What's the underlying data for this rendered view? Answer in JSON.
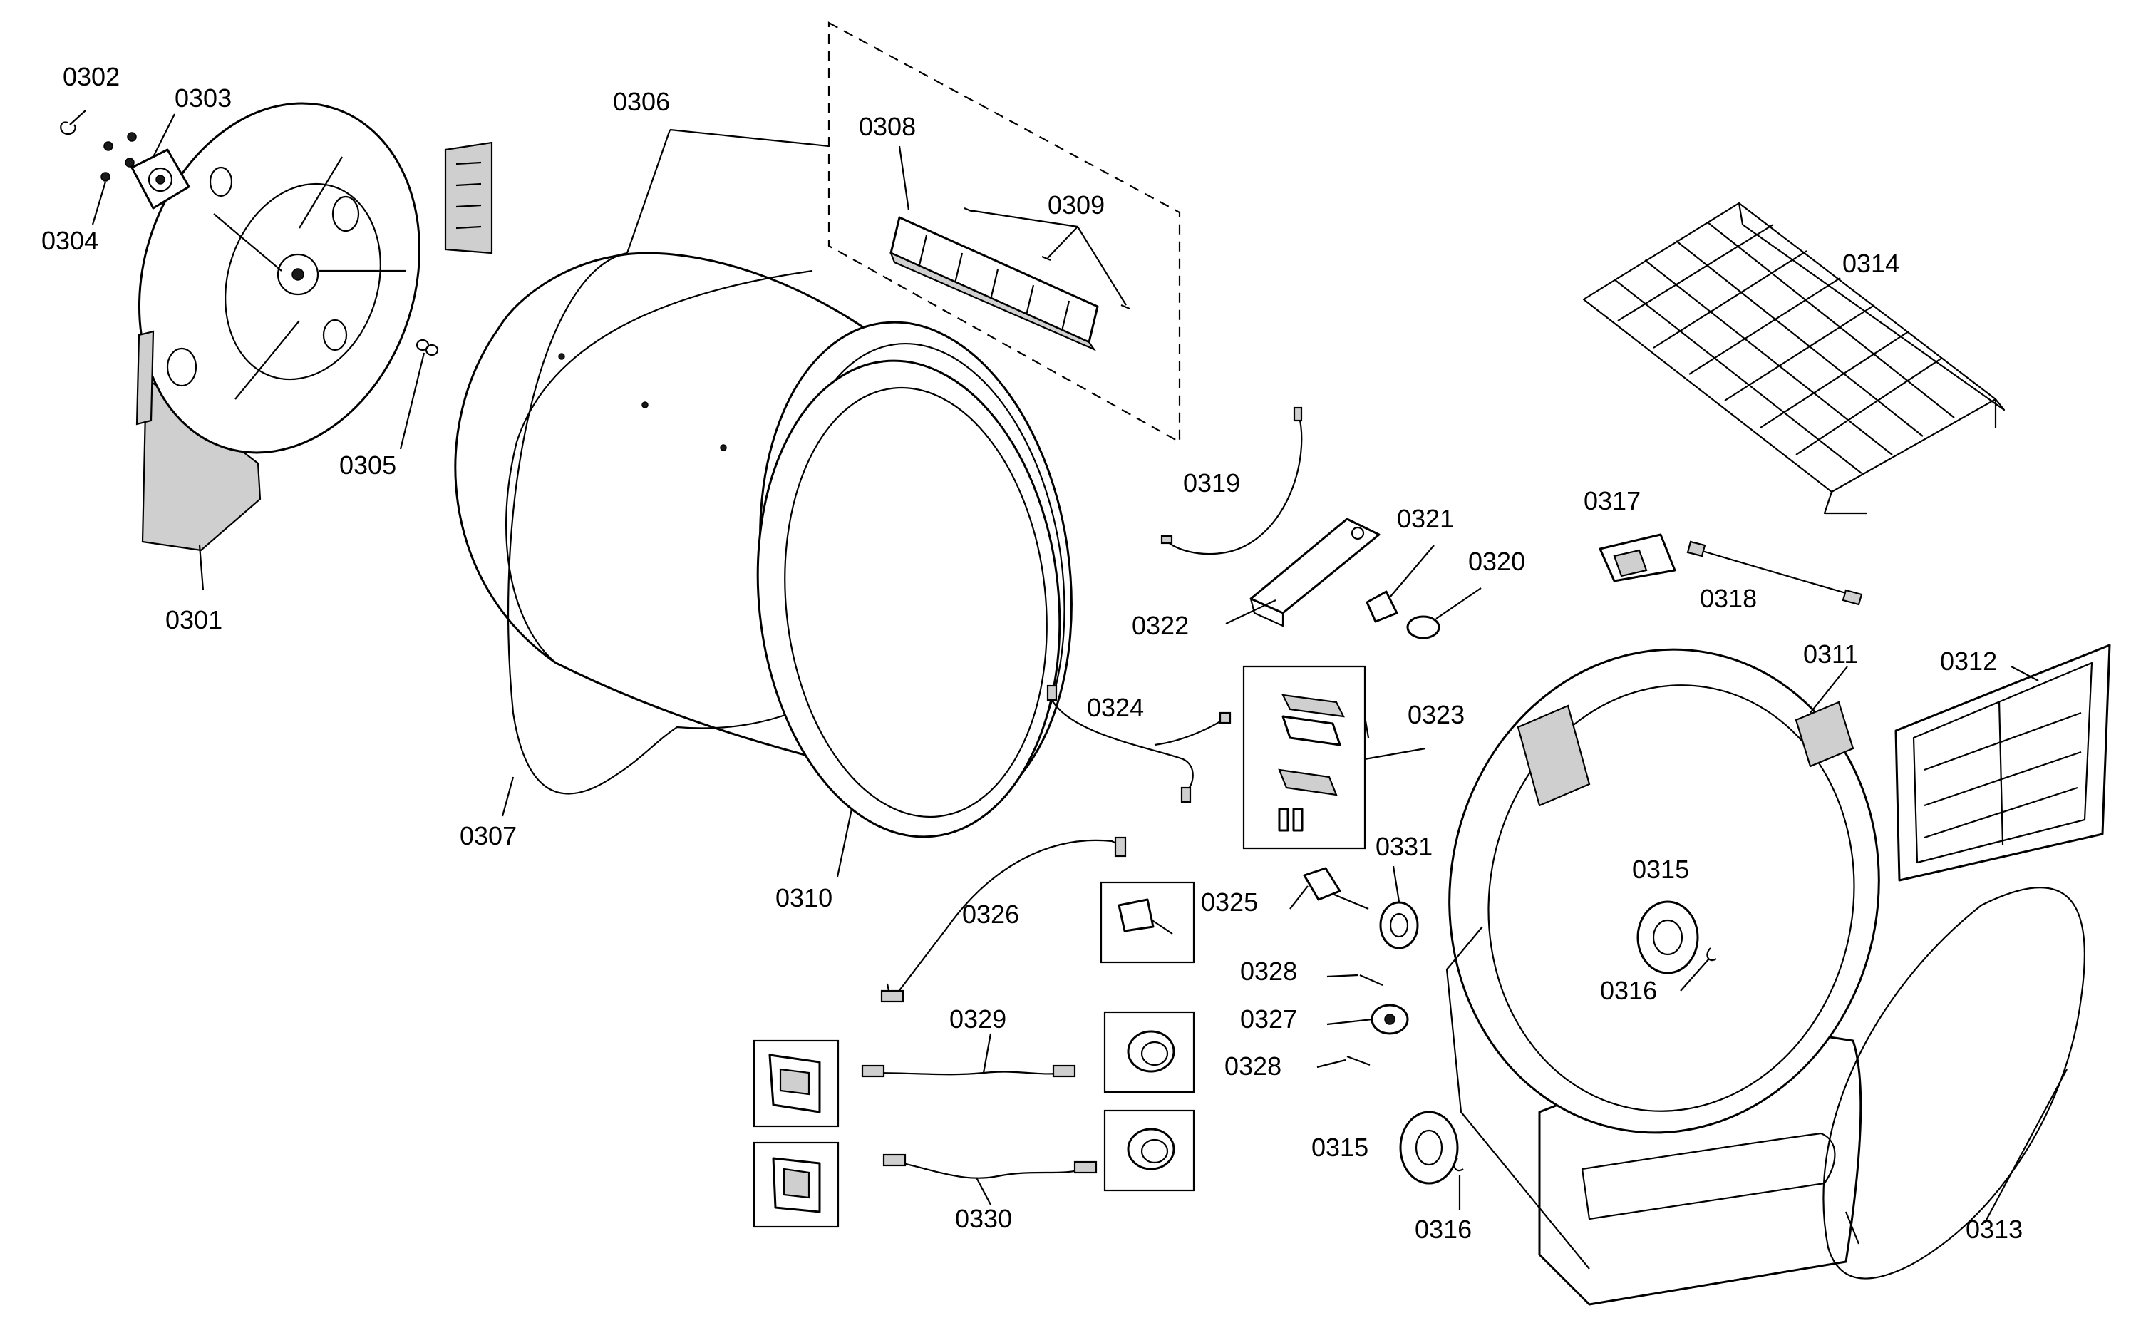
{
  "labels": {
    "p0301": "0301",
    "p0302": "0302",
    "p0303": "0303",
    "p0304": "0304",
    "p0305": "0305",
    "p0306": "0306",
    "p0307": "0307",
    "p0308": "0308",
    "p0309": "0309",
    "p0310": "0310",
    "p0311": "0311",
    "p0312": "0312",
    "p0313": "0313",
    "p0314": "0314",
    "p0315a": "0315",
    "p0315b": "0315",
    "p0316a": "0316",
    "p0316b": "0316",
    "p0317": "0317",
    "p0318": "0318",
    "p0319": "0319",
    "p0320": "0320",
    "p0321": "0321",
    "p0322": "0322",
    "p0323": "0323",
    "p0324": "0324",
    "p0325": "0325",
    "p0326": "0326",
    "p0327": "0327",
    "p0328a": "0328",
    "p0328b": "0328",
    "p0329": "0329",
    "p0330": "0330",
    "p0331": "0331"
  }
}
